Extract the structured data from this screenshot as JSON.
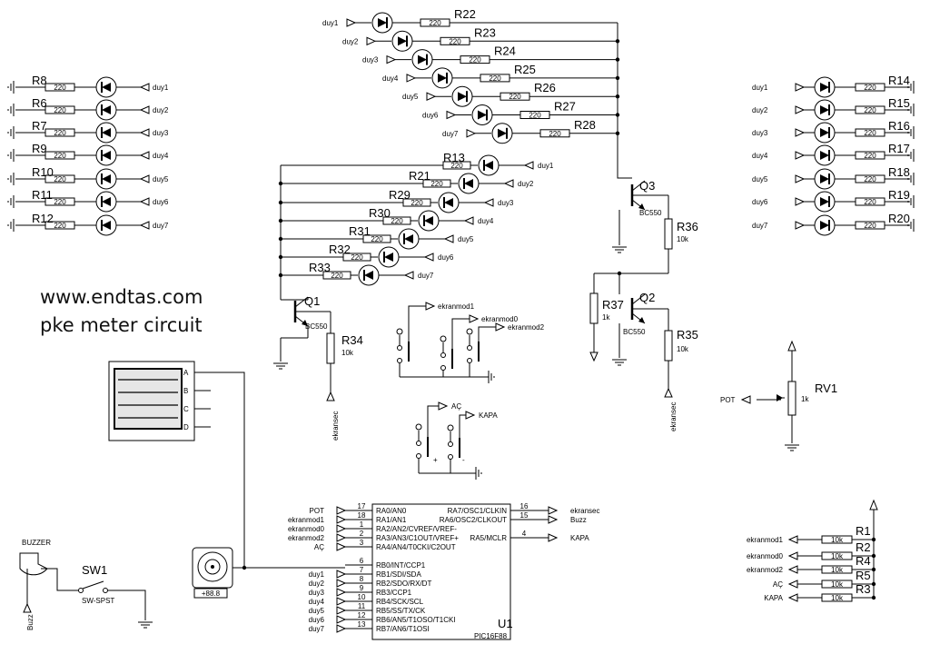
{
  "watermark": {
    "line1": "www.endtas.com",
    "line2": "pke meter circuit"
  },
  "left_column": {
    "refs": [
      "R8",
      "R6",
      "R7",
      "R9",
      "R10",
      "R11",
      "R12"
    ],
    "nets": [
      "duy1",
      "duy2",
      "duy3",
      "duy4",
      "duy5",
      "duy6",
      "duy7"
    ],
    "value": "220"
  },
  "right_column": {
    "refs": [
      "R14",
      "R15",
      "R16",
      "R17",
      "R18",
      "R19",
      "R20"
    ],
    "nets": [
      "duy1",
      "duy2",
      "duy3",
      "duy4",
      "duy5",
      "duy6",
      "duy7"
    ],
    "value": "220"
  },
  "top_column": {
    "refs": [
      "R22",
      "R23",
      "R24",
      "R25",
      "R26",
      "R27",
      "R28"
    ],
    "nets": [
      "duy1",
      "duy2",
      "duy3",
      "duy4",
      "duy5",
      "duy6",
      "duy7"
    ],
    "value": "220"
  },
  "mid_column": {
    "refs": [
      "R13",
      "R21",
      "R29",
      "R30",
      "R31",
      "R32",
      "R33"
    ],
    "nets": [
      "duy1",
      "duy2",
      "duy3",
      "duy4",
      "duy5",
      "duy6",
      "duy7"
    ],
    "value": "220"
  },
  "transistors": {
    "q1": {
      "ref": "Q1",
      "type": "BC550"
    },
    "q2": {
      "ref": "Q2",
      "type": "BC550"
    },
    "q3": {
      "ref": "Q3",
      "type": "BC550"
    }
  },
  "resistors_misc": {
    "r34": {
      "ref": "R34",
      "value": "10k"
    },
    "r35": {
      "ref": "R35",
      "value": "10k"
    },
    "r36": {
      "ref": "R36",
      "value": "10k"
    },
    "r37": {
      "ref": "R37",
      "value": "1k"
    }
  },
  "net_ekransec": "ekransec",
  "buttons": {
    "ekranmod1": "ekranmod1",
    "ekranmod0": "ekranmod0",
    "ekranmod2": "ekranmod2",
    "ac": "AÇ",
    "kapa": "KAPA"
  },
  "scope": {
    "channels": [
      "A",
      "B",
      "C",
      "D"
    ]
  },
  "buzzer": {
    "ref": "BUZZER",
    "net": "Buzz",
    "switch_ref": "SW1",
    "switch_type": "SW-SPST"
  },
  "meter": {
    "readout": "+88.8"
  },
  "rv1": {
    "ref": "RV1",
    "value": "1k",
    "net": "POT"
  },
  "pullups": {
    "refs": [
      "R1",
      "R2",
      "R4",
      "R5",
      "R3"
    ],
    "nets": [
      "ekranmod1",
      "ekranmod0",
      "ekranmod2",
      "AÇ",
      "KAPA"
    ],
    "value": "10k"
  },
  "mcu": {
    "ref": "U1",
    "part": "PIC16F88",
    "left_pins": [
      {
        "no": "17",
        "name": "RA0/AN0",
        "net": "POT"
      },
      {
        "no": "18",
        "name": "RA1/AN1",
        "net": "ekranmod1"
      },
      {
        "no": "1",
        "name": "RA2/AN2/CVREF/VREF-",
        "net": "ekranmod0"
      },
      {
        "no": "2",
        "name": "RA3/AN3/C1OUT/VREF+",
        "net": "ekranmod2"
      },
      {
        "no": "3",
        "name": "RA4/AN4/T0CKI/C2OUT",
        "net": "AÇ"
      },
      {
        "no": "6",
        "name": "RB0/INT/CCP1",
        "net": ""
      },
      {
        "no": "7",
        "name": "RB1/SDI/SDA",
        "net": "duy1"
      },
      {
        "no": "8",
        "name": "RB2/SDO/RX/DT",
        "net": "duy2"
      },
      {
        "no": "9",
        "name": "RB3/CCP1",
        "net": "duy3"
      },
      {
        "no": "10",
        "name": "RB4/SCK/SCL",
        "net": "duy4"
      },
      {
        "no": "11",
        "name": "RB5/SS/TX/CK",
        "net": "duy5"
      },
      {
        "no": "12",
        "name": "RB6/AN5/T1OSO/T1CKI",
        "net": "duy6"
      },
      {
        "no": "13",
        "name": "RB7/AN6/T1OSI",
        "net": "duy7"
      }
    ],
    "right_pins": [
      {
        "no": "16",
        "name": "RA7/OSC1/CLKIN",
        "net": "ekransec"
      },
      {
        "no": "15",
        "name": "RA6/OSC2/CLKOUT",
        "net": "Buzz"
      },
      {
        "no": "4",
        "name": "RA5/MCLR",
        "net": "KAPA"
      }
    ]
  }
}
